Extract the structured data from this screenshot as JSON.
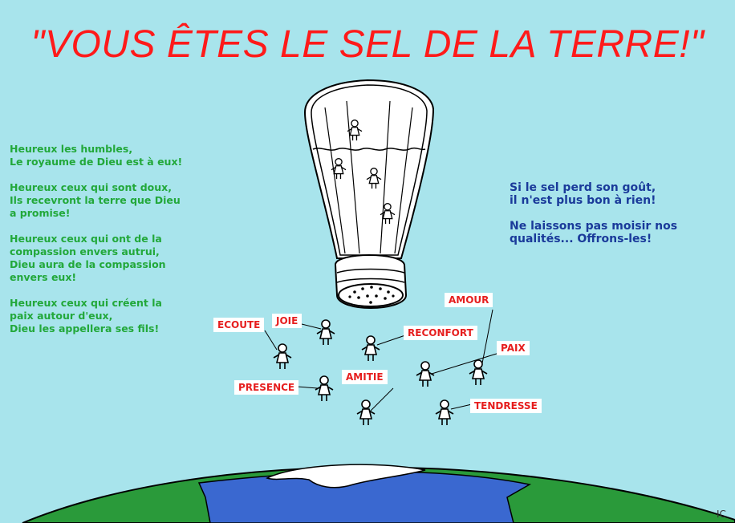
{
  "title": "\"VOUS ÊTES LE SEL DE LA TERRE!\"",
  "beatitudes": [
    "Heureux les humbles,\nLe royaume de Dieu est à eux!",
    "Heureux ceux qui sont doux,\nIls recevront la terre que Dieu\na promise!",
    "Heureux ceux qui ont de la\ncompassion envers autrui,\nDieu aura de la compassion\nenvers eux!",
    "Heureux ceux qui créent la\npaix autour d'eux,\nDieu les appellera ses fils!"
  ],
  "message": [
    "Si le sel perd son goût,\nil n'est plus bon à rien!",
    "Ne laissons pas moisir nos\nqualités... Offrons-les!"
  ],
  "virtues": {
    "ecoute": "ECOUTE",
    "joie": "JOIE",
    "reconfort": "RECONFORT",
    "amour": "AMOUR",
    "paix": "PAIX",
    "presence": "PRESENCE",
    "amitie": "AMITIE",
    "tendresse": "TENDRESSE"
  },
  "signature": "IC",
  "colors": {
    "sky": "#a8e4ec",
    "title": "#ff1a1a",
    "beatitudes": "#22a83a",
    "message": "#1a3a9a",
    "labels": "#e61e1e",
    "ocean": "#3a68d0",
    "land": "#2a9a3a"
  }
}
